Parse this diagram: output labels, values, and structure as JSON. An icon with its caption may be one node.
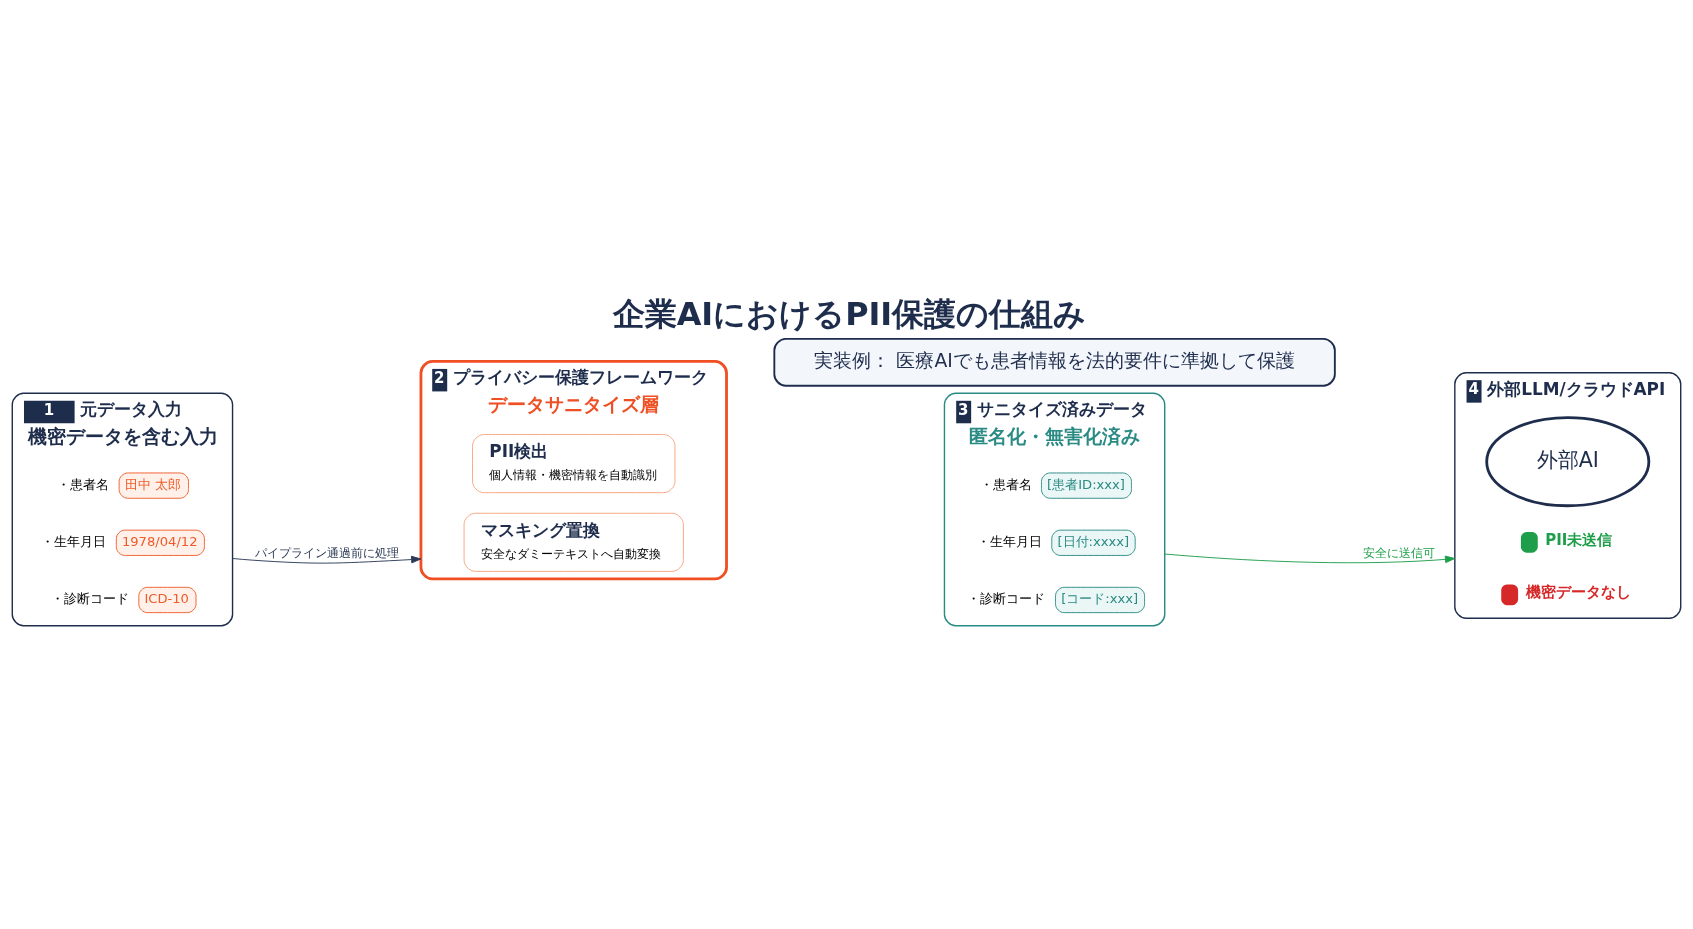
{
  "diagram": {
    "title": "企業AIにおけるPII保護の仕組み",
    "nodes": [
      {
        "text": [
          "1",
          "元データ入力",
          "機密データを含む入力"
        ]
      },
      {
        "text": [
          "田中 太郎"
        ],
        "beside": [
          "・患者名"
        ],
        "in": 0
      },
      {
        "text": [
          "1978/04/12"
        ],
        "beside": [
          "・生年月日"
        ],
        "in": 0
      },
      {
        "text": [
          "ICD-10"
        ],
        "beside": [
          "・診断コード"
        ],
        "in": 0
      },
      {
        "text": [
          "2",
          "プライバシー保護フレームワーク",
          "データサニタイズ層"
        ]
      },
      {
        "text": [
          "PII検出",
          "個人情報・機密情報を自動識別"
        ],
        "in": 4
      },
      {
        "text": [
          "マスキング置換",
          "安全なダミーテキストへ自動変換"
        ],
        "in": 4
      },
      {
        "text": [
          "3",
          "サニタイズ済みデータ",
          "匿名化・無害化済み"
        ]
      },
      {
        "text": [
          "[患者ID:xxx]"
        ],
        "beside": [
          "・患者名"
        ],
        "in": 7
      },
      {
        "text": [
          "[日付:xxxx]"
        ],
        "beside": [
          "・生年月日"
        ],
        "in": 7
      },
      {
        "text": [
          "[コード:xxx]"
        ],
        "beside": [
          "・診断コード"
        ],
        "in": 7
      },
      {
        "text": [
          "4",
          "外部LLM/クラウドAPI"
        ]
      },
      {
        "text": [
          "外部AI"
        ],
        "in": 11
      },
      {
        "text": [
          "PII未送信"
        ],
        "in": 11
      },
      {
        "text": [
          "機密データなし"
        ],
        "in": 11
      },
      {
        "text": [
          "実装例： 医療AIでも患者情報を法的要件に準拠して保護"
        ]
      }
    ],
    "edges": [
      {
        "from": 0,
        "to": 4,
        "arrow": "to",
        "label": "パイプライン通過前に処理",
        "color": "#2b3a55"
      },
      {
        "from": 7,
        "to": 11,
        "arrow": "to",
        "label": "安全に送信可",
        "color": "#1e9e4a"
      }
    ]
  }
}
